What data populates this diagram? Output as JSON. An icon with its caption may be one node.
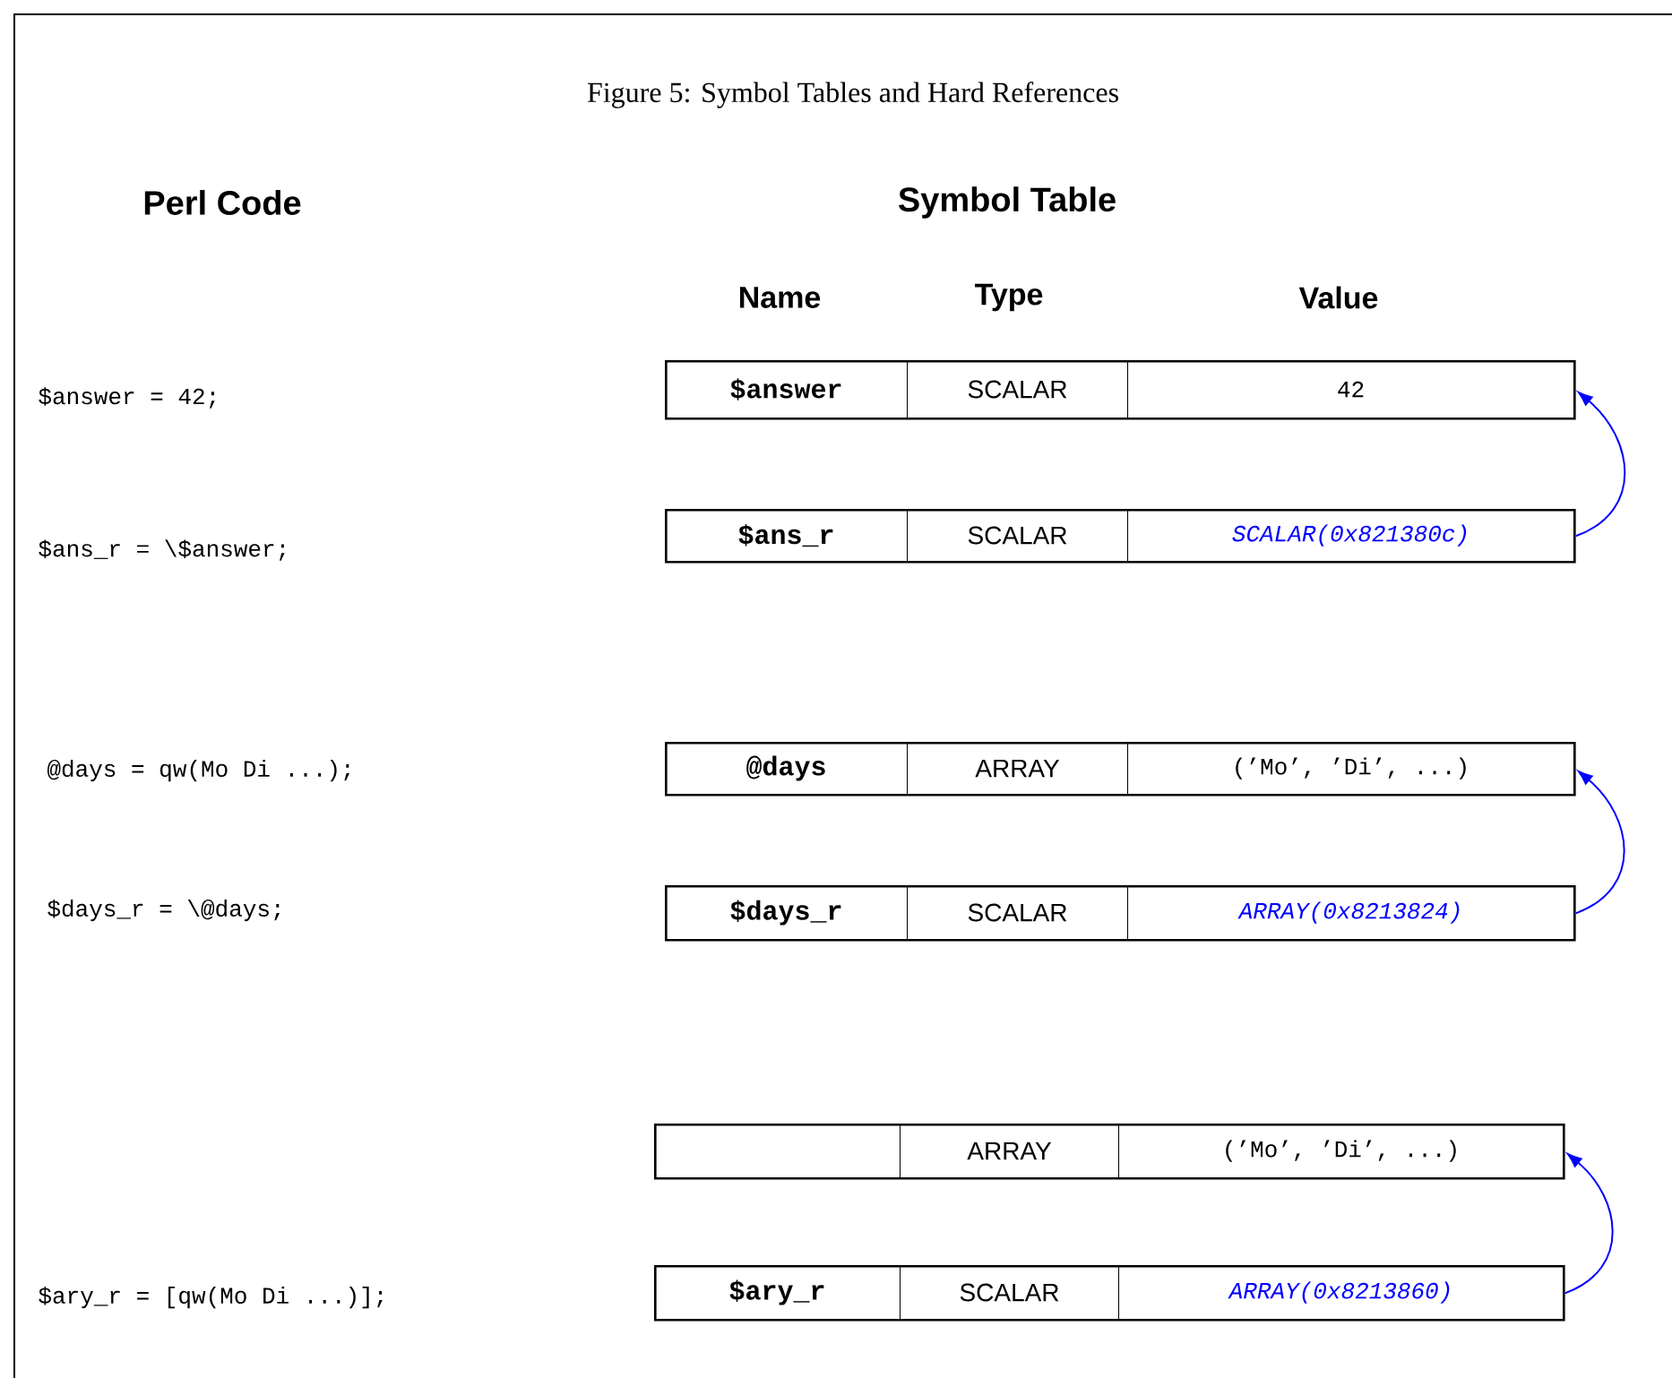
{
  "diagram": {
    "title": "Figure 5: Symbol Tables and Hard References",
    "nodes": [
      {
        "text": [],
        "shape": "box"
      },
      {
        "text": [
          "$answer"
        ],
        "in": 0
      },
      {
        "text": [
          "SCALAR"
        ],
        "in": 0
      },
      {
        "text": [
          "42"
        ],
        "in": 0
      },
      {
        "text": [],
        "shape": "box"
      },
      {
        "text": [
          "$ans_r"
        ],
        "in": 4
      },
      {
        "text": [
          "SCALAR"
        ],
        "in": 4
      },
      {
        "text": [
          "SCALAR(0x821380c)"
        ],
        "in": 4
      },
      {
        "text": [],
        "shape": "box"
      },
      {
        "text": [
          "@days"
        ],
        "in": 8
      },
      {
        "text": [
          "ARRAY"
        ],
        "in": 8
      },
      {
        "text": [
          "(’Mo’, ’Di’, ...)"
        ],
        "in": 8
      },
      {
        "text": [],
        "shape": "box"
      },
      {
        "text": [
          "$days_r"
        ],
        "in": 12
      },
      {
        "text": [
          "SCALAR"
        ],
        "in": 12
      },
      {
        "text": [
          "ARRAY(0x8213824)"
        ],
        "in": 12
      },
      {
        "text": [],
        "shape": "box"
      },
      {
        "text": [],
        "shape": "box",
        "in": 16
      },
      {
        "text": [
          "ARRAY"
        ],
        "in": 16
      },
      {
        "text": [
          "(’Mo’, ’Di’, ...)"
        ],
        "in": 16
      },
      {
        "text": [],
        "shape": "box"
      },
      {
        "text": [
          "$ary_r"
        ],
        "in": 20
      },
      {
        "text": [
          "SCALAR"
        ],
        "in": 20
      },
      {
        "text": [
          "ARRAY(0x8213860)"
        ],
        "in": 20
      }
    ],
    "edges": [
      {
        "from": 4,
        "to": 0,
        "arrow": "to"
      },
      {
        "from": 12,
        "to": 8,
        "arrow": "to"
      },
      {
        "from": 20,
        "to": 16,
        "arrow": "to"
      }
    ],
    "labels": [
      "Perl Code",
      "Symbol Table",
      "Name",
      "Type",
      "Value",
      "$answer = 42;",
      "$ans_r = \\$answer;",
      "@days = qw(Mo Di ...);",
      "$days_r = \\@days;",
      "$ary_r = [qw(Mo Di ...)];"
    ]
  }
}
